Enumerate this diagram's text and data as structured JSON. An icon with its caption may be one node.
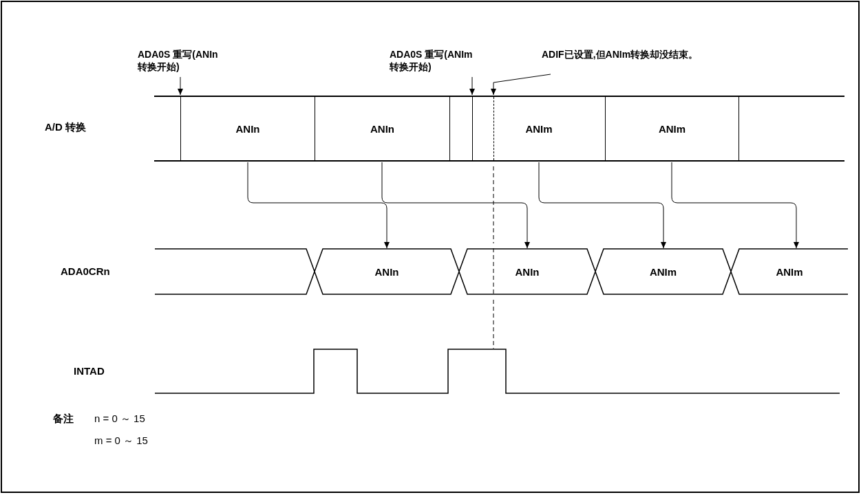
{
  "diagram": {
    "nodes": [
      {
        "text": [
          "ADA0S 重写(ANIn 转换开始)"
        ]
      },
      {
        "text": [
          "ADA0S 重写(ANIm 转换开始)"
        ]
      },
      {
        "text": [
          "ADIF已设置,但ANIm转换却没结束。"
        ]
      },
      {
        "text": [
          "ANIn"
        ]
      },
      {
        "text": [
          "ANIn"
        ]
      },
      {
        "text": [
          "ANIm"
        ]
      },
      {
        "text": [
          "ANIm"
        ]
      },
      {
        "text": [
          "ANIn"
        ]
      },
      {
        "text": [
          "ANIn"
        ]
      },
      {
        "text": [
          "ANIm"
        ]
      },
      {
        "text": [
          "ANIm"
        ]
      },
      {
        "text": [],
        "shape": "box"
      },
      {
        "text": [],
        "shape": "box"
      },
      {
        "text": [],
        "shape": "box"
      }
    ],
    "edges": [
      {
        "from": 0,
        "to": 3,
        "arrow": "to"
      },
      {
        "from": 1,
        "to": 5,
        "arrow": "to"
      },
      {
        "from": 2,
        "to": 5,
        "arrow": "to"
      },
      {
        "from": 3,
        "to": 7,
        "arrow": "to"
      },
      {
        "from": 4,
        "to": 8,
        "arrow": "to"
      },
      {
        "from": 5,
        "to": 9,
        "arrow": "to"
      },
      {
        "from": 6,
        "to": 10,
        "arrow": "to"
      }
    ],
    "labels": [
      "A/D 转换",
      "ADA0CRn",
      "INTAD",
      "备注",
      "n = 0 ～ 15",
      "m = 0 ～ 15"
    ]
  }
}
